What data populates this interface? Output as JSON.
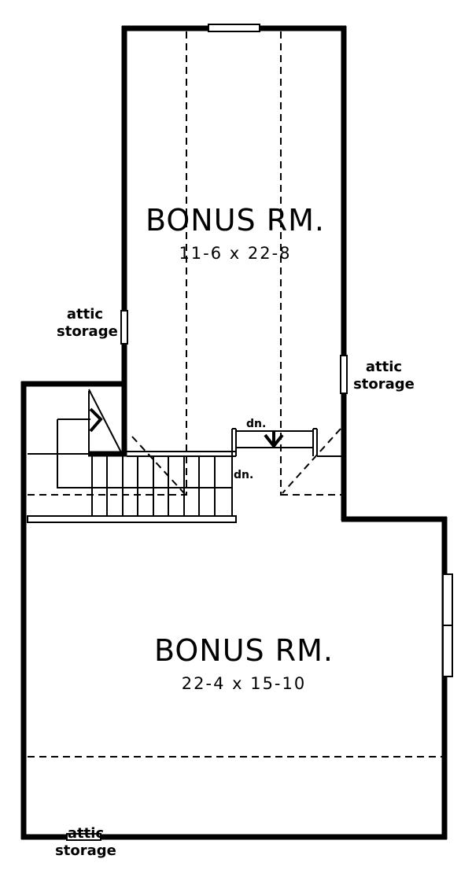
{
  "rooms": [
    {
      "name": "BONUS RM.",
      "dimensions": "11-6 x 22-8"
    },
    {
      "name": "BONUS RM.",
      "dimensions": "22-4 x 15-10"
    }
  ],
  "labels": {
    "attic_left": "attic storage",
    "attic_right": "attic storage",
    "attic_bottom": "attic storage",
    "stair_down_1": "dn.",
    "stair_down_2": "dn."
  },
  "colors": {
    "wall": "#000000",
    "background": "#ffffff"
  }
}
